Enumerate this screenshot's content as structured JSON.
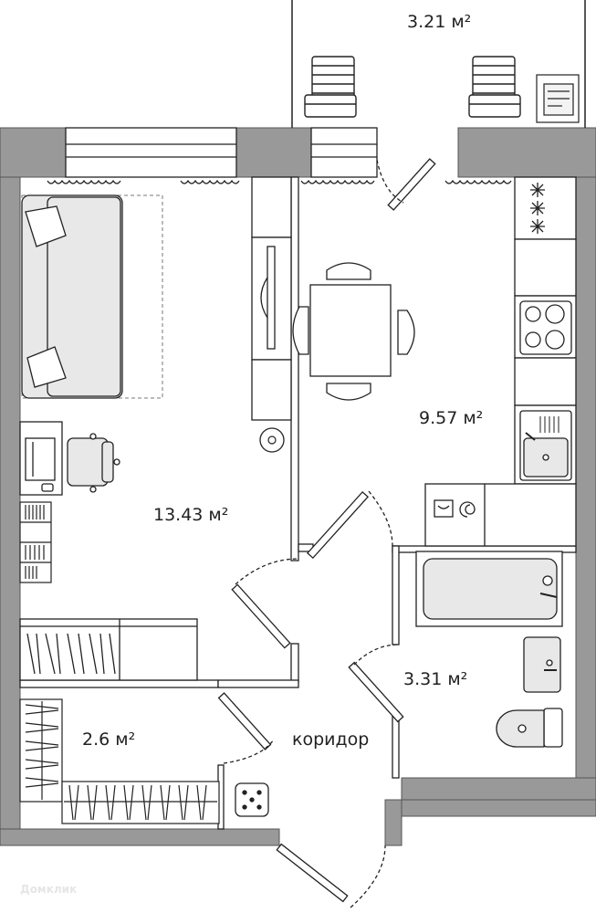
{
  "rooms": {
    "balcony": {
      "area": "3.21 м²"
    },
    "kitchen": {
      "area": "9.57 м²"
    },
    "living": {
      "area": "13.43 м²"
    },
    "bathroom": {
      "area": "3.31 м²"
    },
    "closet": {
      "area": "2.6 м²"
    },
    "corridor": {
      "label": "коридор"
    }
  },
  "watermark": "Домклик",
  "colors": {
    "wall": "#999999",
    "wall_outline": "#555555",
    "fixture_fill": "#e8e8e8",
    "line": "#222222"
  }
}
